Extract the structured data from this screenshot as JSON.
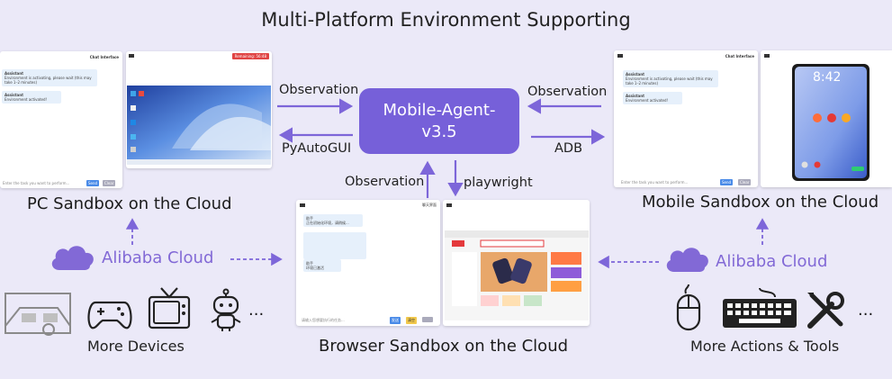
{
  "title": "Multi-Platform Environment Supporting",
  "agent": {
    "line1": "Mobile-Agent-",
    "line2": "v3.5"
  },
  "arrows": {
    "pc_in": "Observation",
    "pc_out": "PyAutoGUI",
    "mobile_in": "Observation",
    "mobile_out": "ADB",
    "browser_up": "Observation",
    "browser_down": "playwright"
  },
  "pc": {
    "label": "PC Sandbox on the Cloud",
    "panel_title": "Chat Interface",
    "bubble1_title": "Assistant",
    "bubble1_text": "Environment is activating, please wait (this may take 1–2 minutes)",
    "bubble2_title": "Assistant",
    "bubble2_text": "Environment activated!",
    "input_placeholder": "Enter the task you want to perform...",
    "send": "Send",
    "clear": "Clear",
    "timer": "Remaining: 56:48"
  },
  "mobile": {
    "label": "Mobile Sandbox on the Cloud",
    "panel_title": "Chat Interface",
    "bubble1_title": "Assistant",
    "bubble1_text": "Environment is activating, please wait (this may take 1–2 minutes)",
    "bubble2_title": "Assistant",
    "bubble2_text": "Environment activated!",
    "input_placeholder": "Enter the task you want to perform...",
    "send": "Send",
    "clear": "Clear",
    "clock": "8:42"
  },
  "browser": {
    "label": "Browser Sandbox on the Cloud",
    "panel_title": "聊天界面",
    "bubble1_title": "助手",
    "bubble1_text": "正在初始化环境，请稍候...",
    "bubble2_title": "助手",
    "bubble2_text": "环境已激活",
    "input_placeholder": "请输入您想要执行的任务...",
    "send": "发送",
    "clear": "清空"
  },
  "clouds": {
    "left": "Alibaba Cloud",
    "right": "Alibaba Cloud"
  },
  "devices": {
    "label": "More Devices",
    "ellipsis": "..."
  },
  "tools": {
    "label": "More Actions & Tools",
    "ellipsis": "..."
  },
  "colors": {
    "accent": "#7660d9",
    "background": "#ebe9f8",
    "cloud": "#8269d6",
    "arrow": "#7d66d9"
  }
}
